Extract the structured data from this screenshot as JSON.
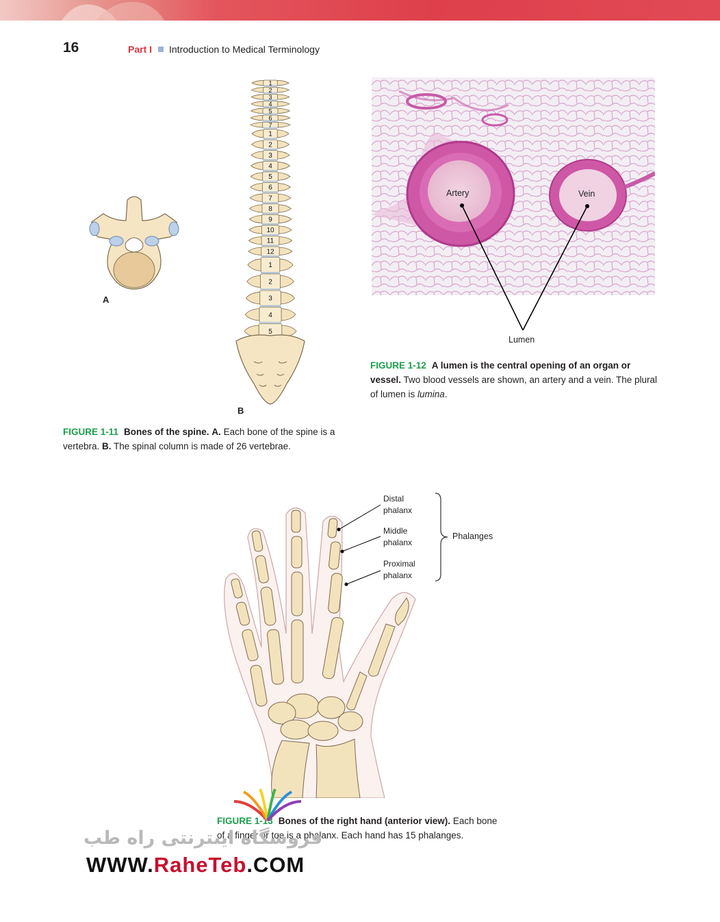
{
  "header": {
    "page_number": "16",
    "part_label": "Part I",
    "chapter_title": "Introduction to Medical Terminology"
  },
  "figure_1_11": {
    "panel_a": "A",
    "panel_b": "B",
    "cervical_labels": [
      "1",
      "2",
      "3",
      "4",
      "5",
      "6",
      "7"
    ],
    "thoracic_labels": [
      "1",
      "2",
      "3",
      "4",
      "5",
      "6",
      "7",
      "8",
      "9",
      "10",
      "11",
      "12"
    ],
    "lumbar_labels": [
      "1",
      "2",
      "3",
      "4",
      "5"
    ],
    "caption_number": "FIGURE 1-11",
    "caption_title": "Bones of the spine.",
    "caption_a_label": "A.",
    "caption_a_text": " Each bone of the spine is a vertebra. ",
    "caption_b_label": "B.",
    "caption_b_text": " The spinal column is made of 26 vertebrae."
  },
  "figure_1_12": {
    "label_artery": "Artery",
    "label_vein": "Vein",
    "label_lumen": "Lumen",
    "caption_number": "FIGURE 1-12",
    "caption_title": "A lumen is the central opening of an organ or vessel.",
    "caption_text_1": " Two blood vessels are shown, an artery and a vein. The plural of lumen is ",
    "caption_italic": "lumina",
    "caption_text_2": "."
  },
  "figure_1_13": {
    "distal_1": "Distal",
    "distal_2": "phalanx",
    "middle_1": "Middle",
    "middle_2": "phalanx",
    "proximal_1": "Proximal",
    "proximal_2": "phalanx",
    "group_label": "Phalanges",
    "caption_number": "FIGURE 1-13",
    "caption_title": "Bones of the right hand (anterior view).",
    "caption_text": " Each bone of a finger or toe is a phalanx. Each hand has 15 phalanges."
  },
  "watermark": {
    "persian": "فروشگاه اینترنتی راه طب",
    "url_prefix": "WWW.",
    "url_accent": "RaheTeb",
    "url_suffix": ".COM"
  },
  "colors": {
    "figure_number": "#1a9e4c",
    "part_label": "#d7363f",
    "header_bar": "#de3f4b",
    "bone": "#f3e3bd",
    "artery_wall": "#c8439a"
  }
}
